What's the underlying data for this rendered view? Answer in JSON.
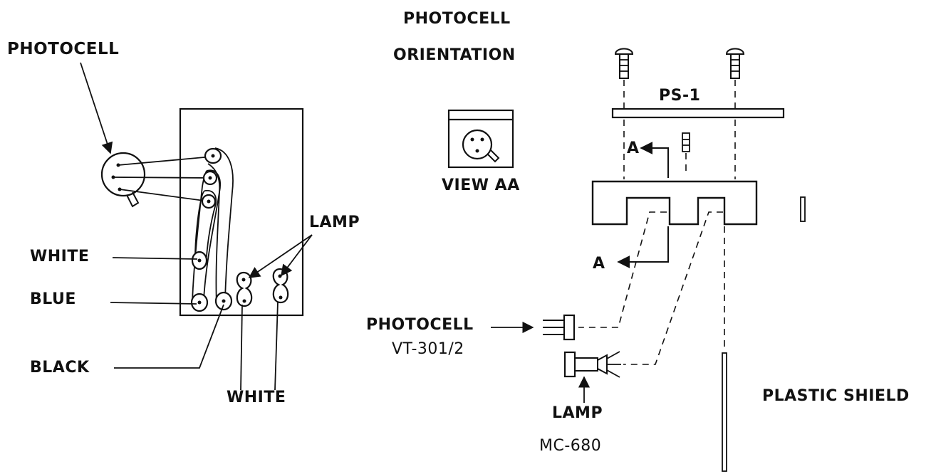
{
  "left_panel": {
    "photocell_label": "PHOTOCELL",
    "lamp_label": "LAMP",
    "wire_labels": {
      "white_top": "WHITE",
      "blue": "BLUE",
      "black": "BLACK",
      "white_bottom": "WHITE"
    }
  },
  "right_panel": {
    "orientation_title_line1": "PHOTOCELL",
    "orientation_title_line2": "ORIENTATION",
    "view_label": "VIEW AA",
    "ps_label": "PS-1",
    "section_label_top": "A",
    "section_label_bottom": "A",
    "photocell_label": "PHOTOCELL",
    "photocell_part": "VT-301/2",
    "lamp_label": "LAMP",
    "lamp_part": "MC-680",
    "shield_label": "PLASTIC SHIELD"
  }
}
